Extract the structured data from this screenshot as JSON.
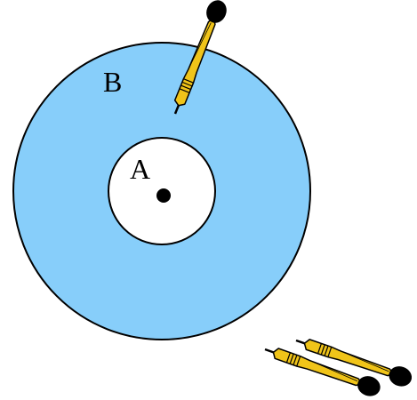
{
  "diagram": {
    "labels": {
      "outer_region": "B",
      "inner_region": "A"
    },
    "dartboard": {
      "outer_ring_color": "#87cefa",
      "inner_circle_color": "#ffffff",
      "outline_color": "#000000",
      "center_dot_color": "#000000"
    },
    "darts": [
      {
        "name": "dart-on-board",
        "icon": "dart-icon",
        "body_color": "#f0c419",
        "tip_color": "#000000"
      },
      {
        "name": "dart-on-ground-1",
        "icon": "dart-icon",
        "body_color": "#f0c419",
        "tip_color": "#000000"
      },
      {
        "name": "dart-on-ground-2",
        "icon": "dart-icon",
        "body_color": "#f0c419",
        "tip_color": "#000000"
      }
    ]
  }
}
